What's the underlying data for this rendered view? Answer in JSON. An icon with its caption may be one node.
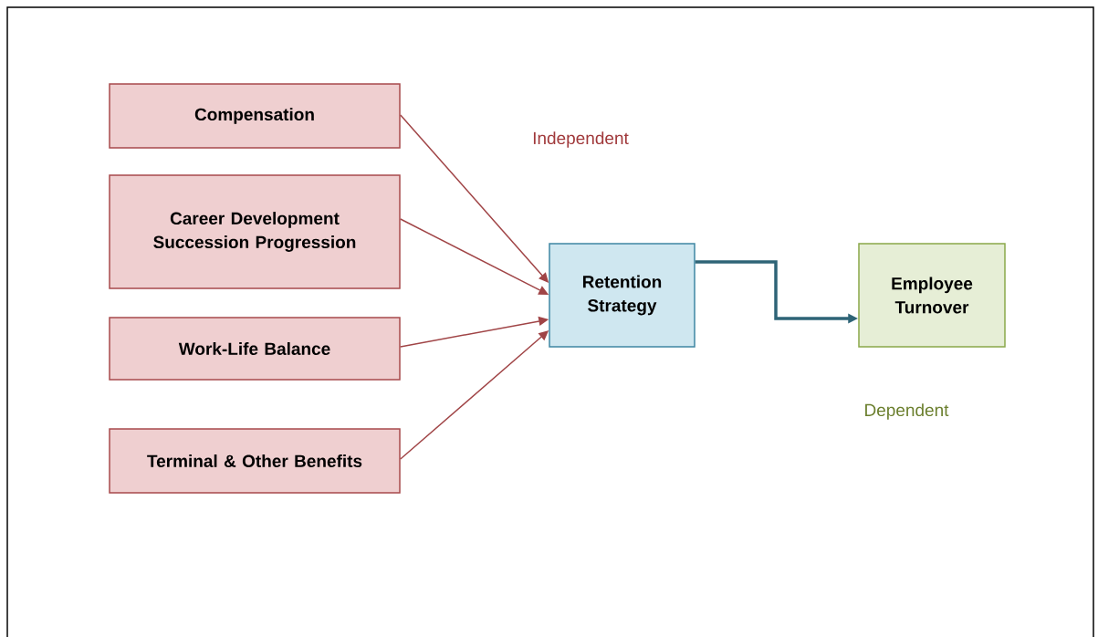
{
  "diagram": {
    "nodes": [
      {
        "text": [
          "Compensation"
        ]
      },
      {
        "text": [
          "Career Development Succession Progression"
        ]
      },
      {
        "text": [
          "Work-Life Balance"
        ]
      },
      {
        "text": [
          "Terminal & Other Benefits"
        ]
      },
      {
        "text": [
          "Retention Strategy"
        ]
      },
      {
        "text": [
          "Employee Turnover"
        ]
      }
    ],
    "edges": [
      {
        "from": 0,
        "to": 4,
        "arrow": "to"
      },
      {
        "from": 1,
        "to": 4,
        "arrow": "to"
      },
      {
        "from": 2,
        "to": 4,
        "arrow": "to"
      },
      {
        "from": 3,
        "to": 4,
        "arrow": "to"
      },
      {
        "from": 4,
        "to": 5,
        "arrow": "to",
        "style": "thick",
        "color": "#2e6477"
      }
    ],
    "labels": [
      "Independent",
      "Dependent"
    ]
  }
}
